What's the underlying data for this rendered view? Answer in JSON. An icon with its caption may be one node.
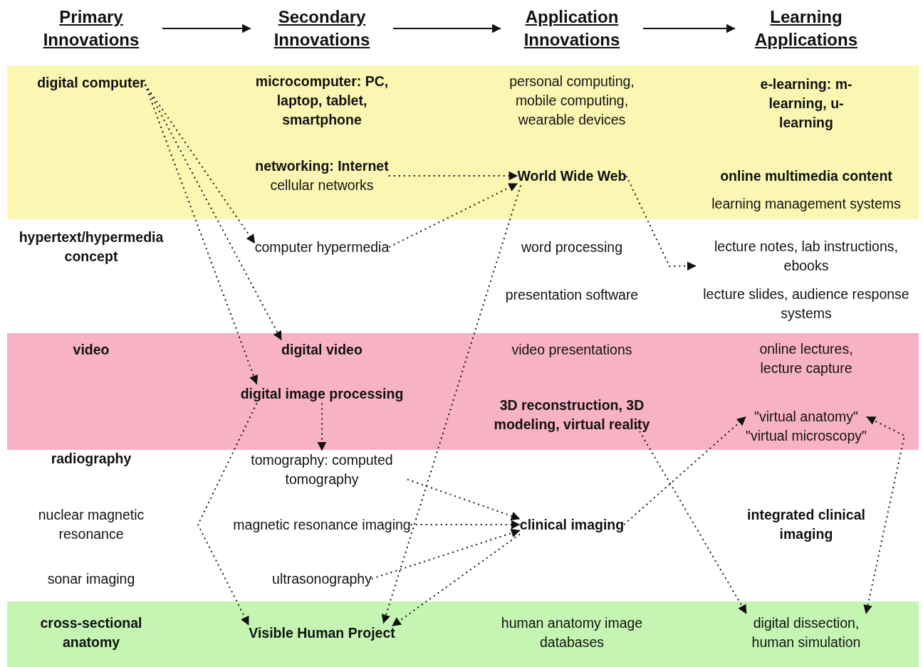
{
  "diagram": {
    "nodes": [
      {
        "text": [
          "Primary Innovations"
        ]
      },
      {
        "text": [
          "Secondary Innovations"
        ]
      },
      {
        "text": [
          "Application Innovations"
        ]
      },
      {
        "text": [
          "Learning Applications"
        ]
      },
      {
        "text": [
          "digital computer"
        ]
      },
      {
        "text": [
          "microcomputer: PC, laptop, tablet, smartphone"
        ]
      },
      {
        "text": [
          "personal computing, mobile computing, wearable devices"
        ]
      },
      {
        "text": [
          "e-learning: m-learning, u-learning"
        ]
      },
      {
        "text": [
          "networking: Internet",
          "cellular networks"
        ]
      },
      {
        "text": [
          "World Wide Web"
        ]
      },
      {
        "text": [
          "online multimedia content"
        ]
      },
      {
        "text": [
          "learning management systems"
        ]
      },
      {
        "text": [
          "hypertext/hypermedia concept"
        ]
      },
      {
        "text": [
          "computer hypermedia"
        ]
      },
      {
        "text": [
          "word processing"
        ]
      },
      {
        "text": [
          "lecture notes, lab instructions, ebooks"
        ]
      },
      {
        "text": [
          "presentation software"
        ]
      },
      {
        "text": [
          "lecture slides, audience response systems"
        ]
      },
      {
        "text": [
          "video"
        ]
      },
      {
        "text": [
          "digital video"
        ]
      },
      {
        "text": [
          "video presentations"
        ]
      },
      {
        "text": [
          "online lectures, lecture capture"
        ]
      },
      {
        "text": [
          "digital image processing"
        ]
      },
      {
        "text": [
          "3D reconstruction, 3D modeling, virtual reality"
        ]
      },
      {
        "text": [
          "\"virtual anatomy\"",
          "\"virtual microscopy\""
        ]
      },
      {
        "text": [
          "radiography"
        ]
      },
      {
        "text": [
          "tomography: computed tomography"
        ]
      },
      {
        "text": [
          "nuclear magnetic resonance"
        ]
      },
      {
        "text": [
          "magnetic resonance imaging"
        ]
      },
      {
        "text": [
          "clinical imaging"
        ]
      },
      {
        "text": [
          "integrated clinical imaging"
        ]
      },
      {
        "text": [
          "sonar imaging"
        ]
      },
      {
        "text": [
          "ultrasonography"
        ]
      },
      {
        "text": [
          "cross-sectional anatomy"
        ]
      },
      {
        "text": [
          "Visible Human Project"
        ]
      },
      {
        "text": [
          "human anatomy image databases"
        ]
      },
      {
        "text": [
          "digital dissection, human simulation"
        ]
      }
    ],
    "edges": [
      {
        "from": 0,
        "to": 1,
        "arrow": "to"
      },
      {
        "from": 1,
        "to": 2,
        "arrow": "to"
      },
      {
        "from": 2,
        "to": 3,
        "arrow": "to"
      },
      {
        "from": 4,
        "to": 13,
        "arrow": "to",
        "style": "dashed"
      },
      {
        "from": 4,
        "to": 19,
        "arrow": "to",
        "style": "dashed"
      },
      {
        "from": 4,
        "to": 22,
        "arrow": "to",
        "style": "dashed"
      },
      {
        "from": 8,
        "to": 9,
        "arrow": "to",
        "style": "dashed"
      },
      {
        "from": 13,
        "to": 9,
        "arrow": "to",
        "style": "dashed"
      },
      {
        "from": 9,
        "to": 15,
        "arrow": "to",
        "style": "dashed"
      },
      {
        "from": 9,
        "to": 34,
        "arrow": "to",
        "style": "dashed"
      },
      {
        "from": 22,
        "to": 26,
        "arrow": "to",
        "style": "dashed"
      },
      {
        "from": 22,
        "to": 34,
        "arrow": "to",
        "style": "dashed"
      },
      {
        "from": 26,
        "to": 29,
        "arrow": "to",
        "style": "dashed"
      },
      {
        "from": 28,
        "to": 29,
        "arrow": "to",
        "style": "dashed"
      },
      {
        "from": 32,
        "to": 29,
        "arrow": "to",
        "style": "dashed"
      },
      {
        "from": 29,
        "to": 34,
        "arrow": "to",
        "style": "dashed"
      },
      {
        "from": 29,
        "to": 24,
        "arrow": "to",
        "style": "dashed"
      },
      {
        "from": 23,
        "to": 36,
        "arrow": "to",
        "style": "dashed"
      },
      {
        "from": 24,
        "to": 36,
        "arrow": "both",
        "style": "dashed"
      }
    ]
  }
}
